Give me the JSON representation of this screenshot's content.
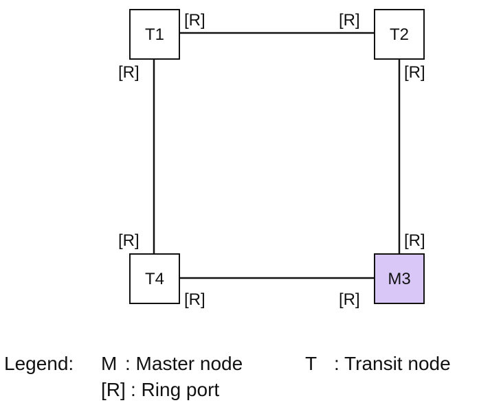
{
  "nodes": {
    "t1": {
      "label": "T1"
    },
    "t2": {
      "label": "T2"
    },
    "m3": {
      "label": "M3",
      "fill": "#d9c7f7"
    },
    "t4": {
      "label": "T4"
    }
  },
  "port_label": "[R]",
  "legend": {
    "title": "Legend:",
    "master_code": "M",
    "master_desc": ": Master node",
    "transit_code": "T",
    "transit_desc": ": Transit node",
    "port_code": "[R]",
    "port_desc": ": Ring port"
  }
}
